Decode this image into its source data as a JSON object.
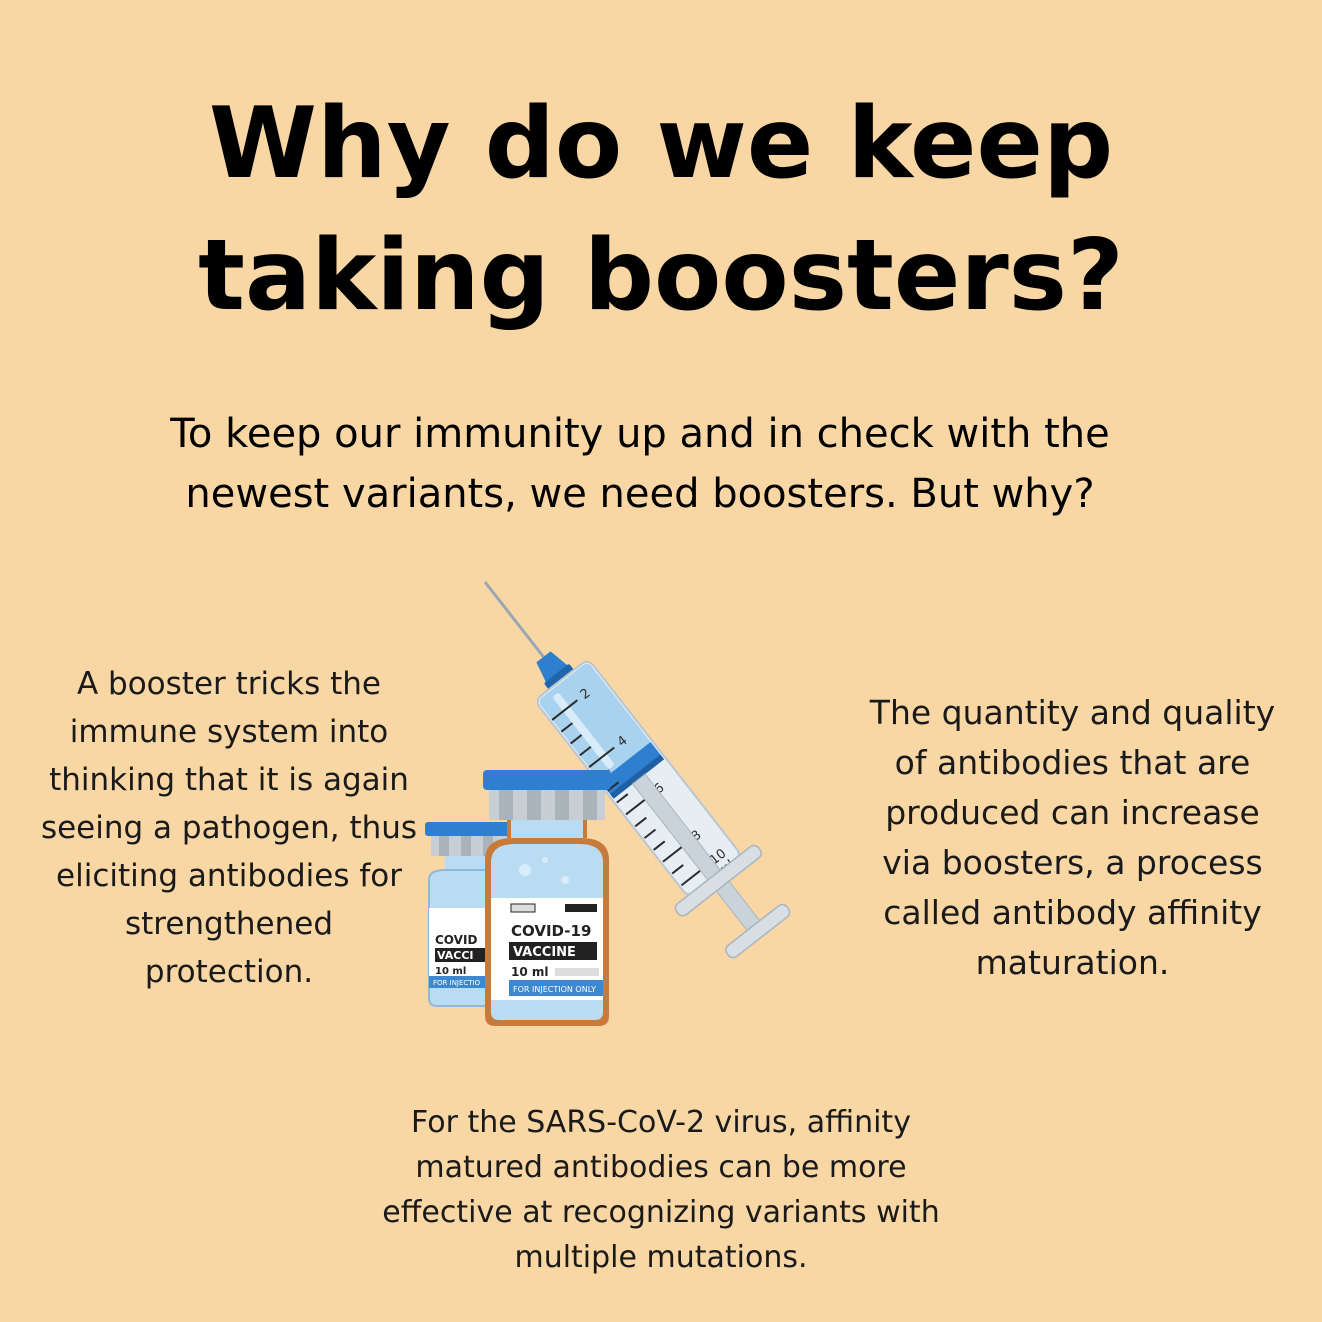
{
  "header": {
    "title_line1": "Why do we keep",
    "title_line2": "taking boosters?"
  },
  "intro": {
    "line1": "To keep our immunity up and in check with the",
    "line2": "newest variants, we need boosters. But why?"
  },
  "left_text": {
    "lines": [
      "A booster tricks the",
      "immune system into",
      "thinking that it is again",
      "seeing a pathogen, thus",
      "eliciting antibodies for",
      "strengthened",
      "protection."
    ]
  },
  "right_text": {
    "lines": [
      "The quantity and quality",
      "of antibodies that are",
      "produced can increase",
      "via boosters, a process",
      "called antibody affinity",
      "maturation."
    ]
  },
  "bottom_text": {
    "lines": [
      "For the SARS-CoV-2 virus, affinity",
      "matured antibodies can be more",
      "effective at recognizing variants with",
      "multiple mutations."
    ]
  },
  "illustration": {
    "vial_front": {
      "name": "COVID-19",
      "label": "VACCINE",
      "volume": "10 ml",
      "note": "FOR INJECTION ONLY"
    },
    "vial_back": {
      "name": "COVID",
      "label": "VACCI",
      "volume": "10 ml",
      "note": "FOR INJECTIO"
    },
    "syringe_marks": [
      "2",
      "4",
      "6",
      "8",
      "10",
      "ml"
    ]
  },
  "colors": {
    "background": "#f8d7a5",
    "cap_blue": "#2f7fd0",
    "glass_blue": "#a9d2ee",
    "amber": "#c87a3a",
    "label_blue": "#3e88cf"
  }
}
